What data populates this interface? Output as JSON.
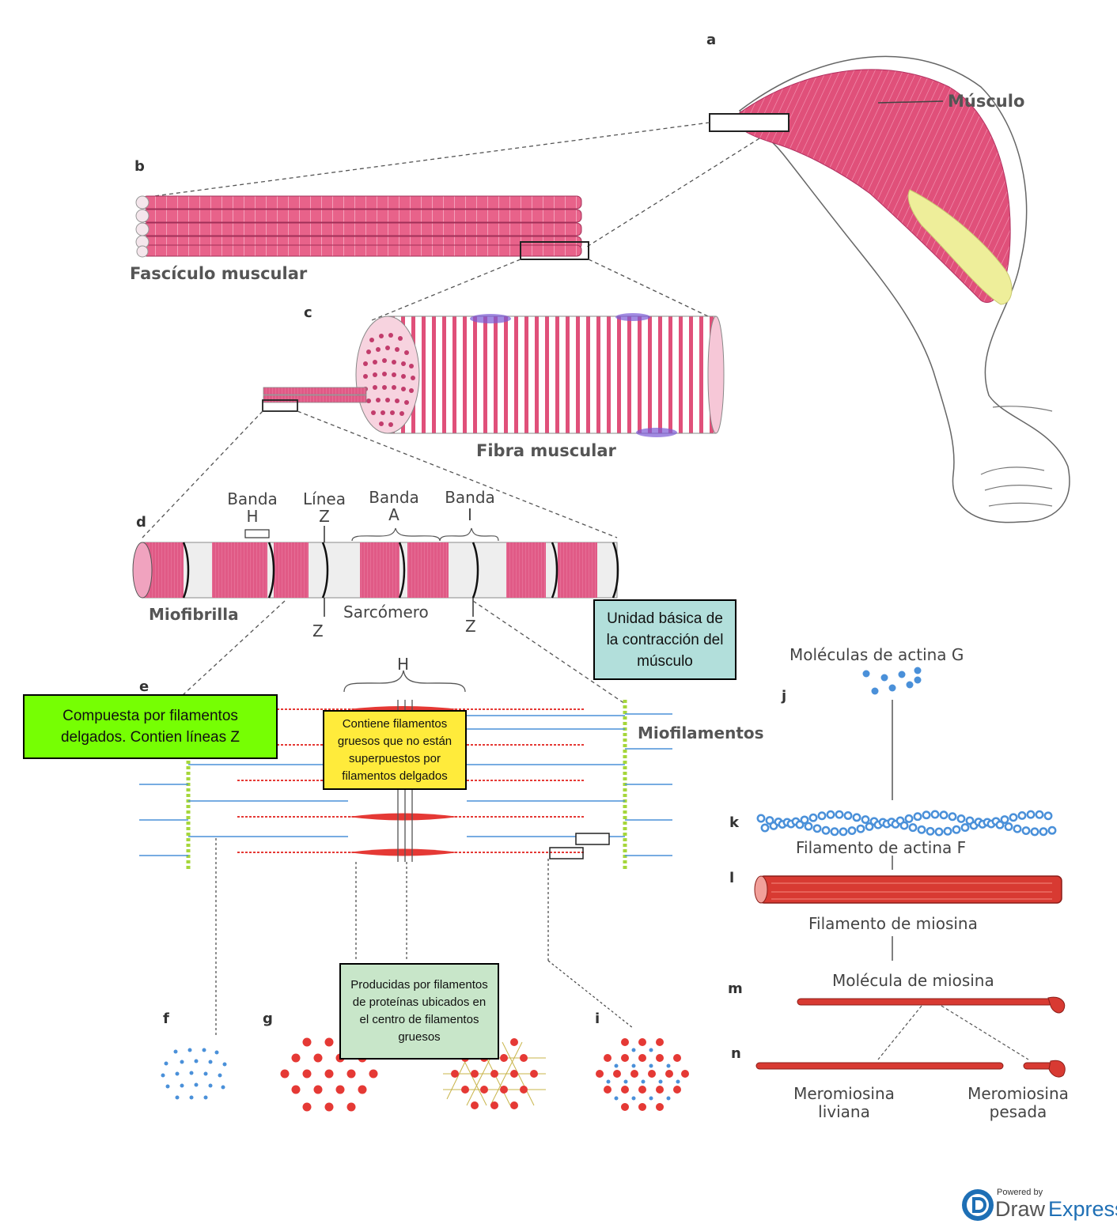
{
  "letters": {
    "a": "a",
    "b": "b",
    "c": "c",
    "d": "d",
    "e": "e",
    "f": "f",
    "g": "g",
    "i": "i",
    "j": "j",
    "k": "k",
    "l": "l",
    "m": "m",
    "n": "n"
  },
  "labels": {
    "musculo": "Músculo",
    "fasciculo": "Fascículo muscular",
    "fibra": "Fibra muscular",
    "miofibrilla": "Miofibrilla",
    "banda_h_1": "Banda",
    "banda_h_2": "H",
    "linea_z_1": "Línea",
    "linea_z_2": "Z",
    "banda_a_1": "Banda",
    "banda_a_2": "A",
    "banda_i_1": "Banda",
    "banda_i_2": "I",
    "sarcomero": "Sarcómero",
    "z_left": "Z",
    "z_right": "Z",
    "h_top": "H",
    "miofilamentos": "Miofilamentos",
    "actina_g": "Moléculas de actina G",
    "actina_f": "Filamento de actina F",
    "miosina_fil": "Filamento de miosina",
    "miosina_mol": "Molécula de miosina",
    "mero_liv_1": "Meromiosina",
    "mero_liv_2": "liviana",
    "mero_pes_1": "Meromiosina",
    "mero_pes_2": "pesada"
  },
  "notes": {
    "unidad": "Unidad básica de la contracción del músculo",
    "compuesta": "Compuesta por filamentos delgados. Contien líneas Z",
    "contiene": "Contiene filamentos gruesos que no están superpuestos por filamentos delgados",
    "producidas": "Producidas por filamentos de proteínas ubicados en el centro de filamentos gruesos"
  },
  "note_colors": {
    "unidad": "#b2dfdb",
    "compuesta": "#76ff03",
    "contiene": "#ffeb3b",
    "producidas": "#c8e6c9"
  },
  "colors": {
    "muscle": "#e0507a",
    "muscle_light": "#f3a6c0",
    "myosin": "#e53935",
    "actin": "#4a90d9",
    "zline": "#a5d63a",
    "tendon": "#f0f0a0"
  },
  "brand": {
    "powered": "Powered by",
    "name_a": "Draw",
    "name_b": "Express"
  }
}
